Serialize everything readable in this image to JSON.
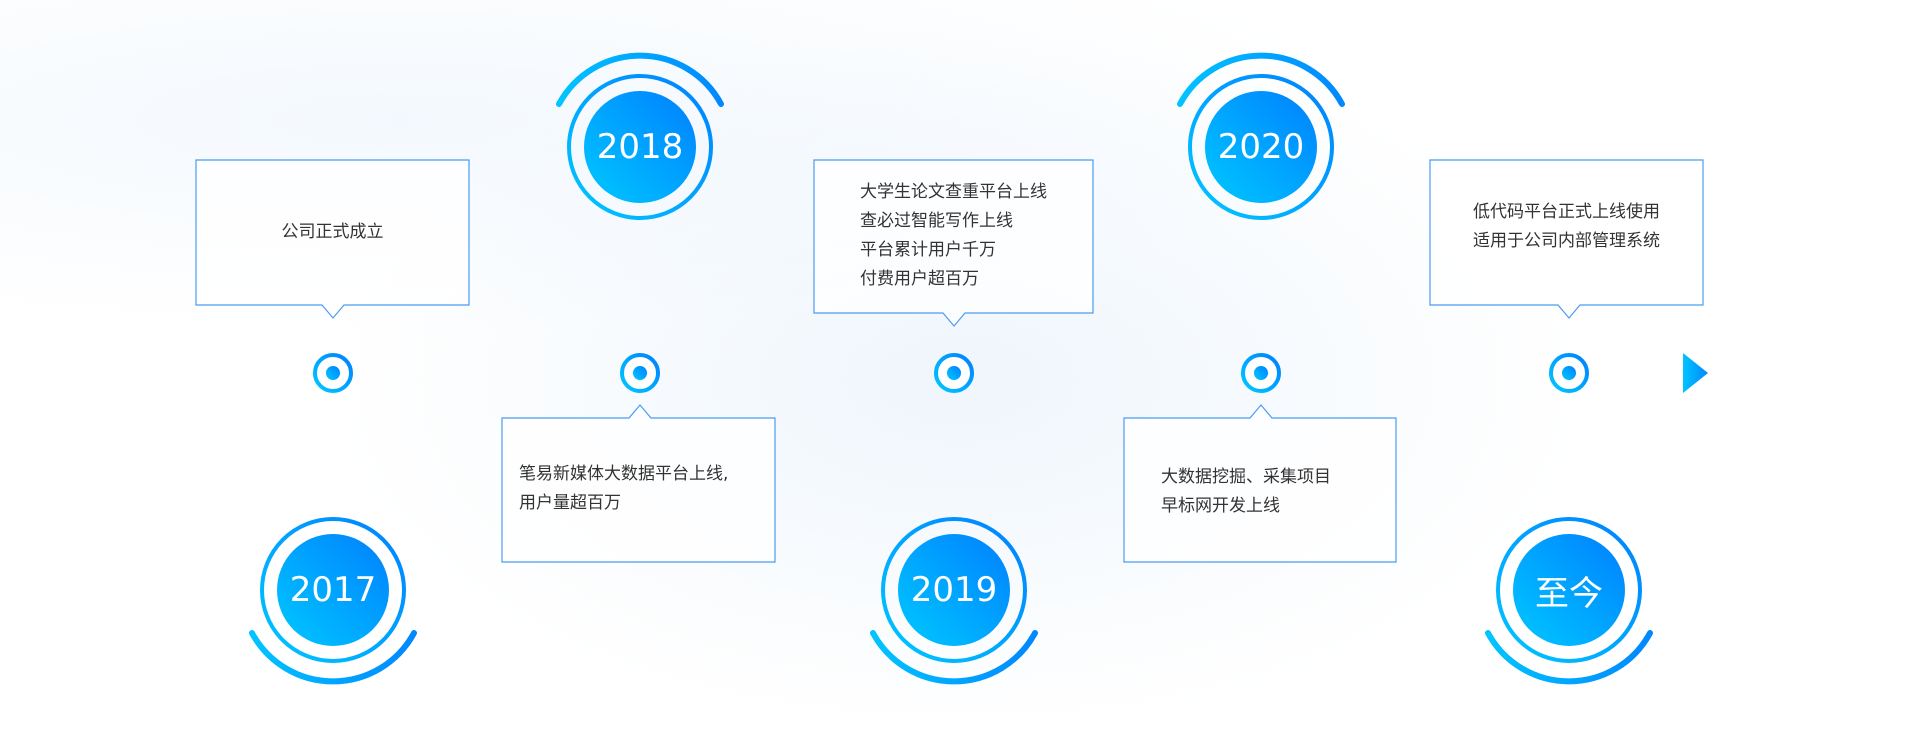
{
  "timeline": [
    {
      "year": "2017",
      "lines": [
        "公司正式成立"
      ]
    },
    {
      "year": "2018",
      "lines": [
        "笔易新媒体大数据平台上线,",
        "用户量超百万"
      ]
    },
    {
      "year": "2019",
      "lines": [
        "大学生论文查重平台上线",
        "查必过智能写作上线",
        "平台累计用户千万",
        "付费用户超百万"
      ]
    },
    {
      "year": "2020",
      "lines": [
        "大数据挖掘、采集项目",
        "早标网开发上线"
      ]
    },
    {
      "year": "至今",
      "lines": [
        "低代码平台正式上线使用",
        "适用于公司内部管理系统"
      ]
    }
  ],
  "colors": {
    "cyan": "#00c4ff",
    "blue": "#0084ff",
    "box_border": "#4a9cf0",
    "text": "#333333"
  }
}
